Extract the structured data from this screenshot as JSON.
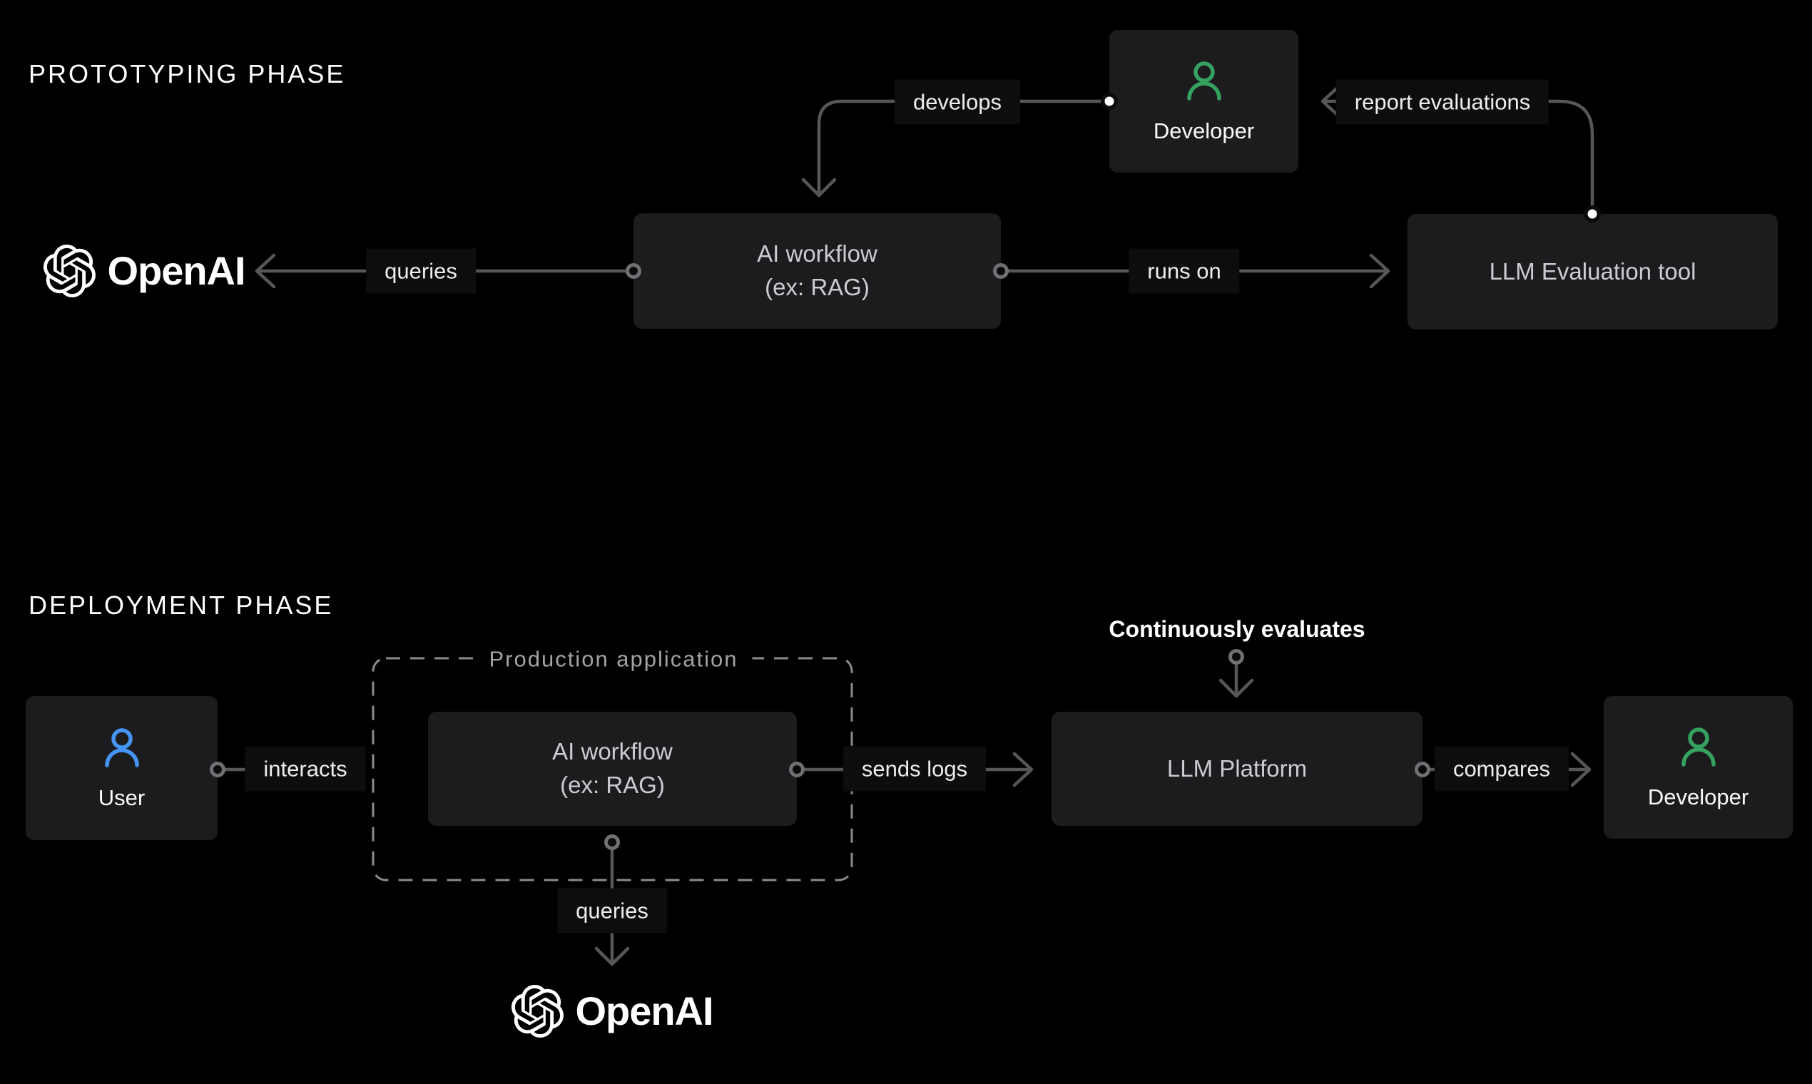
{
  "colors": {
    "background": "#000000",
    "box_bg": "#1c1c1e",
    "box_text": "#cbcccf",
    "persona_text": "#fafafa",
    "line": "#57575a",
    "label_text": "#ededee",
    "label_bg": "#0d0d0d",
    "green": "#35a25f",
    "blue": "#4595f7",
    "dash": "#8c8c90",
    "muted": "#a2a2a7",
    "white": "#ffffff"
  },
  "prototyping": {
    "title": "PROTOTYPING PHASE",
    "nodes": {
      "developer": "Developer",
      "ai_workflow_line1": "AI workflow",
      "ai_workflow_line2": "(ex: RAG)",
      "llm_evaluation_tool": "LLM Evaluation tool",
      "openai": "OpenAI"
    },
    "edges": {
      "develops": "develops",
      "queries": "queries",
      "runs_on": "runs on",
      "report_evaluations": "report evaluations"
    }
  },
  "deployment": {
    "title": "DEPLOYMENT PHASE",
    "annotation": "Continuously evaluates",
    "nodes": {
      "user": "User",
      "production_application": "Production application",
      "ai_workflow_line1": "AI workflow",
      "ai_workflow_line2": "(ex: RAG)",
      "llm_platform": "LLM Platform",
      "developer": "Developer",
      "openai": "OpenAI"
    },
    "edges": {
      "interacts": "interacts",
      "sends_logs": "sends logs",
      "compares": "compares",
      "queries": "queries"
    }
  }
}
